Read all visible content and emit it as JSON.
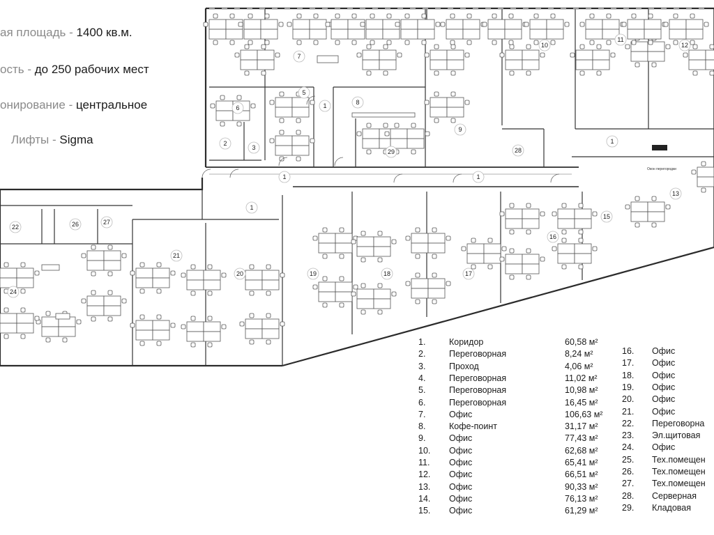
{
  "info": [
    {
      "label": "ая площадь - ",
      "value": "1400 кв.м."
    },
    {
      "label": "ость - ",
      "value": "до 250 рабочих мест"
    },
    {
      "label": "онирование - ",
      "value": "центральное"
    },
    {
      "label": "Лифты - ",
      "value": "Sigma"
    }
  ],
  "plan": {
    "room_labels": [
      "1",
      "2",
      "3",
      "5",
      "6",
      "7",
      "8",
      "9",
      "10",
      "11",
      "12",
      "13",
      "15",
      "16",
      "17",
      "18",
      "19",
      "20",
      "21",
      "22",
      "24",
      "26",
      "27",
      "28",
      "29"
    ],
    "small_text": [
      "Окон перегородки"
    ]
  },
  "legend": {
    "left": [
      {
        "num": "1.",
        "name": "Коридор",
        "area": "60,58 м²"
      },
      {
        "num": "2.",
        "name": "Переговорная",
        "area": "8,24 м²"
      },
      {
        "num": "3.",
        "name": "Проход",
        "area": "4,06 м²"
      },
      {
        "num": "4.",
        "name": "Переговорная",
        "area": "11,02 м²"
      },
      {
        "num": "5.",
        "name": "Переговорная",
        "area": "10,98 м²"
      },
      {
        "num": "6.",
        "name": "Переговорная",
        "area": "16,45 м²"
      },
      {
        "num": "7.",
        "name": "Офис",
        "area": "106,63 м²"
      },
      {
        "num": "8.",
        "name": "Кофе-поинт",
        "area": "31,17 м²"
      },
      {
        "num": "9.",
        "name": "Офис",
        "area": "77,43 м²"
      },
      {
        "num": "10.",
        "name": "Офис",
        "area": "62,68 м²"
      },
      {
        "num": "11.",
        "name": "Офис",
        "area": "65,41 м²"
      },
      {
        "num": "12.",
        "name": "Офис",
        "area": "66,51 м²"
      },
      {
        "num": "13.",
        "name": "Офис",
        "area": "90,33 м²"
      },
      {
        "num": "14.",
        "name": "Офис",
        "area": "76,13 м²"
      },
      {
        "num": "15.",
        "name": "Офис",
        "area": "61,29 м²"
      }
    ],
    "right": [
      {
        "num": "16.",
        "name": "Офис"
      },
      {
        "num": "17.",
        "name": "Офис"
      },
      {
        "num": "18.",
        "name": "Офис"
      },
      {
        "num": "19.",
        "name": "Офис"
      },
      {
        "num": "20.",
        "name": "Офис"
      },
      {
        "num": "21.",
        "name": "Офис"
      },
      {
        "num": "22.",
        "name": "Переговорна"
      },
      {
        "num": "23.",
        "name": "Эл.щитовая"
      },
      {
        "num": "24.",
        "name": "Офис"
      },
      {
        "num": "25.",
        "name": "Тех.помещен"
      },
      {
        "num": "26.",
        "name": "Тех.помещен"
      },
      {
        "num": "27.",
        "name": "Тех.помещен"
      },
      {
        "num": "28.",
        "name": "Серверная"
      },
      {
        "num": "29.",
        "name": "Кладовая"
      }
    ]
  }
}
